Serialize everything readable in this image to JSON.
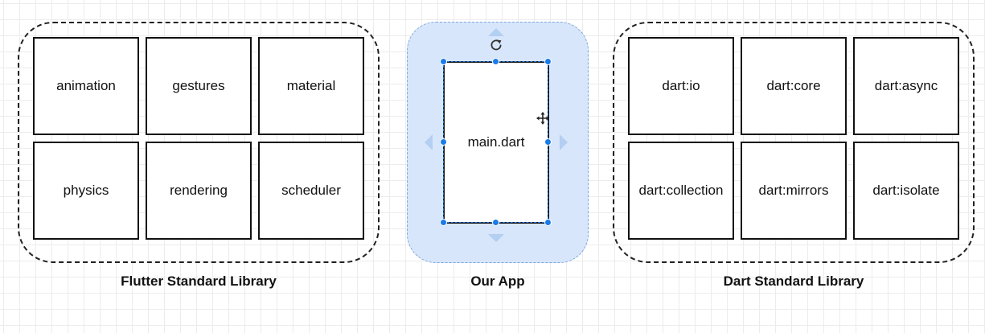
{
  "flutter_library": {
    "caption": "Flutter Standard Library",
    "modules": [
      "animation",
      "gestures",
      "material",
      "physics",
      "rendering",
      "scheduler"
    ]
  },
  "our_app": {
    "caption": "Our App",
    "file": "main.dart"
  },
  "dart_library": {
    "caption": "Dart Standard Library",
    "modules": [
      "dart:io",
      "dart:core",
      "dart:async",
      "dart:collection",
      "dart:mirrors",
      "dart:isolate"
    ]
  },
  "colors": {
    "selection_fill": "#d7e6fb",
    "selection_handle": "#1a7bea",
    "outline": "#222222"
  },
  "icons": {
    "rotate": "rotate-icon",
    "move": "move-cursor-icon"
  }
}
